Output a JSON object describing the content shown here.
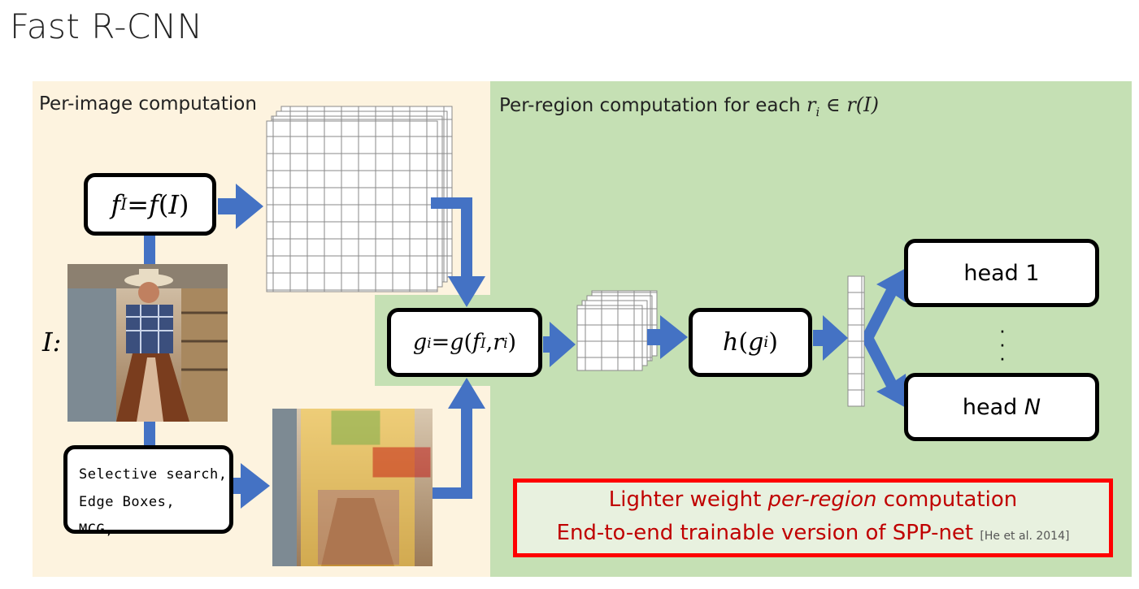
{
  "title": "Fast R-CNN",
  "panels": {
    "per_image": "Per-image computation",
    "per_region": {
      "text": "Per-region computation for each ",
      "math_r": "r",
      "math_i": "i",
      "math_rest": " ∈ ",
      "math_rI": "r(I)"
    }
  },
  "boxes": {
    "feature": {
      "f": "f",
      "sub": "I",
      "rest": " = ",
      "fI": "f",
      "paren_open": "(",
      "I": "I",
      "paren_close": ")"
    },
    "roi": {
      "g": "g",
      "sub": "i",
      "eq": " = ",
      "g2": "g",
      "open": "(",
      "f": "f",
      "fsub": "I",
      "comma": ",",
      "r": "r",
      "rsub": "i",
      "close": ")"
    },
    "head_fn": {
      "h": "h",
      "open": "(",
      "g": "g",
      "sub": "i",
      "close": ")"
    },
    "head1": "head 1",
    "headN_text": "head ",
    "headN_var": "N",
    "proposals": [
      "Selective search,",
      "Edge Boxes,",
      "MCG, …"
    ]
  },
  "image_label": "I:",
  "callout": {
    "line1_pre": "Lighter weight ",
    "line1_em": "per-region",
    "line1_post": " computation",
    "line2": "End-to-end trainable version of SPP-net",
    "citation": "[He et al. 2014]"
  },
  "colors": {
    "arrow": "#4472c4",
    "per_image_bg": "#fdf3df",
    "per_region_bg": "#c5e0b4",
    "callout_border": "#ff0000",
    "callout_text": "#c00000",
    "roi_yellow": "#ffd24a",
    "roi_green": "#70ad47",
    "roi_red": "#c00000",
    "roi_purple": "#7030a0"
  }
}
